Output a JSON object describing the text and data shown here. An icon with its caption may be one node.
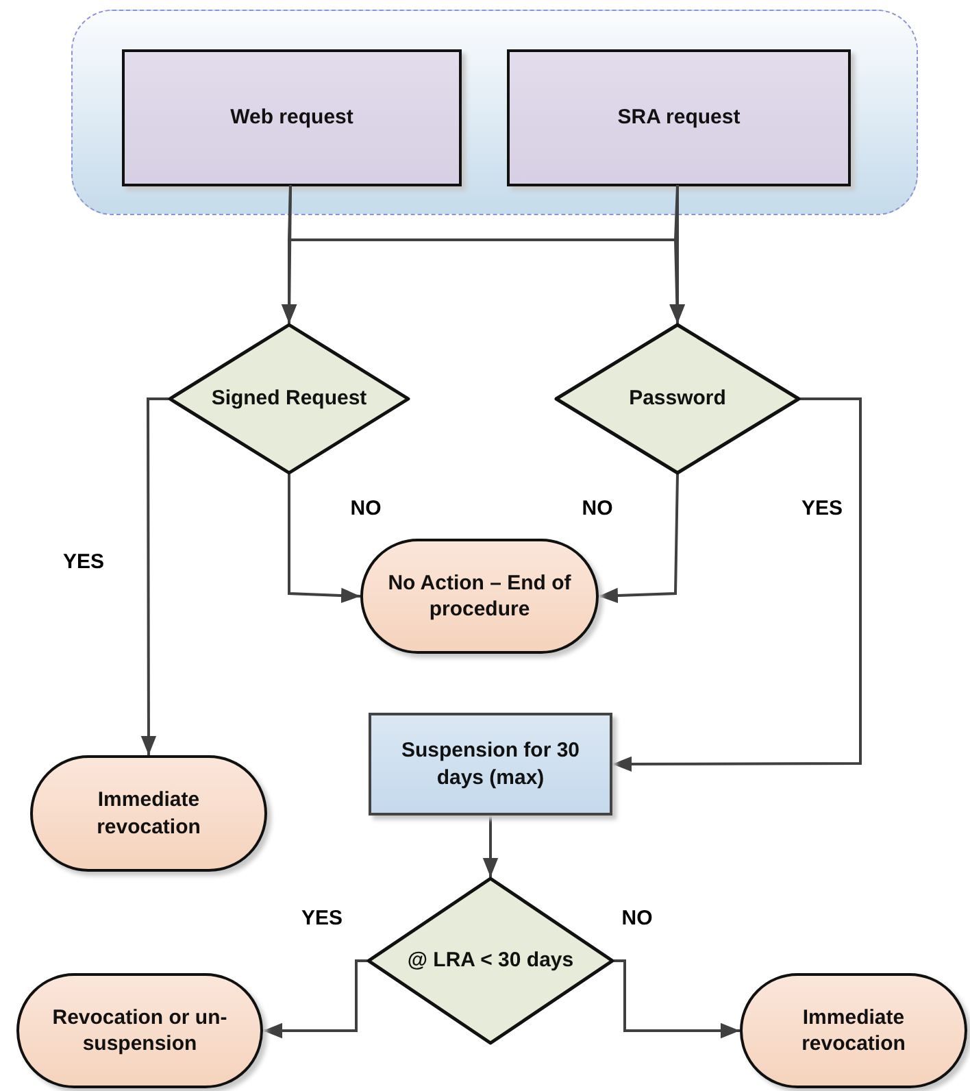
{
  "diagram": {
    "nodes": [
      {
        "text": [],
        "shape": "box"
      },
      {
        "text": [
          "Web request"
        ],
        "in": 0
      },
      {
        "text": [
          "SRA request"
        ],
        "in": 0
      },
      {
        "text": [
          "Signed Request"
        ]
      },
      {
        "text": [
          "Password"
        ]
      },
      {
        "text": [
          "No Action – End of procedure"
        ]
      },
      {
        "text": [
          "Immediate revocation"
        ]
      },
      {
        "text": [
          "Suspension for 30 days (max)"
        ]
      },
      {
        "text": [
          "@ LRA < 30 days"
        ]
      },
      {
        "text": [
          "Revocation or un-suspension"
        ]
      },
      {
        "text": [
          "Immediate revocation"
        ]
      }
    ],
    "edges": [
      {
        "from": 1,
        "to": 3,
        "arrow": "to"
      },
      {
        "from": 1,
        "to": 4,
        "arrow": "to"
      },
      {
        "from": 2,
        "to": 3,
        "arrow": "to"
      },
      {
        "from": 2,
        "to": 4,
        "arrow": "to"
      },
      {
        "from": 3,
        "to": 5,
        "arrow": "to",
        "label": "NO"
      },
      {
        "from": 4,
        "to": 5,
        "arrow": "to",
        "label": "NO"
      },
      {
        "from": 3,
        "to": 6,
        "arrow": "to",
        "label": "YES"
      },
      {
        "from": 4,
        "to": 7,
        "arrow": "to",
        "label": "YES"
      },
      {
        "from": 7,
        "to": 8,
        "arrow": "to"
      },
      {
        "from": 8,
        "to": 9,
        "arrow": "to",
        "label": "YES"
      },
      {
        "from": 8,
        "to": 10,
        "arrow": "to",
        "label": "NO"
      }
    ]
  }
}
